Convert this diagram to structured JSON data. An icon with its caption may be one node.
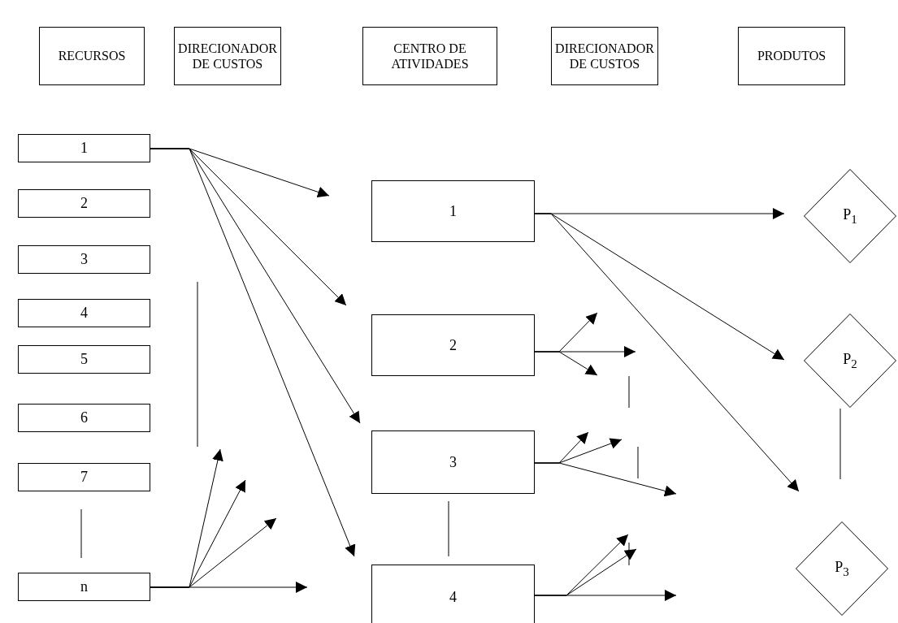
{
  "diagram": {
    "nodes": [
      {
        "text": [
          "RECURSOS"
        ]
      },
      {
        "text": [
          "DIRECIONADOR DE CUSTOS"
        ]
      },
      {
        "text": [
          "CENTRO DE ATIVIDADES"
        ]
      },
      {
        "text": [
          "DIRECIONADOR DE CUSTOS"
        ]
      },
      {
        "text": [
          "PRODUTOS"
        ]
      },
      {
        "text": [
          "1"
        ]
      },
      {
        "text": [
          "2"
        ]
      },
      {
        "text": [
          "3"
        ]
      },
      {
        "text": [
          "4"
        ]
      },
      {
        "text": [
          "5"
        ]
      },
      {
        "text": [
          "6"
        ]
      },
      {
        "text": [
          "7"
        ]
      },
      {
        "text": [
          "n"
        ]
      },
      {
        "text": [
          "1"
        ]
      },
      {
        "text": [
          "2"
        ]
      },
      {
        "text": [
          "3"
        ]
      },
      {
        "text": [
          "4"
        ]
      },
      {
        "text": [
          "P$_{1}$"
        ]
      },
      {
        "text": [
          "P$_{2}$"
        ]
      },
      {
        "text": [
          "P$_{3}$"
        ]
      }
    ],
    "edges": [
      {
        "from": 5,
        "to": 13,
        "arrow": "to"
      },
      {
        "from": 5,
        "to": 14,
        "arrow": "to"
      },
      {
        "from": 5,
        "to": 15,
        "arrow": "to"
      },
      {
        "from": 5,
        "to": 16,
        "arrow": "to"
      },
      {
        "from": 12,
        "to": null,
        "arrow": "to"
      },
      {
        "from": 12,
        "to": null,
        "arrow": "to"
      },
      {
        "from": 12,
        "to": null,
        "arrow": "to"
      },
      {
        "from": 12,
        "to": null,
        "arrow": "to"
      },
      {
        "from": 13,
        "to": 17,
        "arrow": "to"
      },
      {
        "from": 13,
        "to": 18,
        "arrow": "to"
      },
      {
        "from": 13,
        "to": 19,
        "arrow": "to"
      },
      {
        "from": 14,
        "to": null,
        "arrow": "to"
      },
      {
        "from": 14,
        "to": null,
        "arrow": "to"
      },
      {
        "from": 14,
        "to": null,
        "arrow": "to"
      },
      {
        "from": 15,
        "to": null,
        "arrow": "to"
      },
      {
        "from": 15,
        "to": null,
        "arrow": "to"
      },
      {
        "from": 15,
        "to": null,
        "arrow": "to"
      },
      {
        "from": 16,
        "to": null,
        "arrow": "to"
      },
      {
        "from": 16,
        "to": null,
        "arrow": "to"
      },
      {
        "from": 16,
        "to": null,
        "arrow": "to"
      }
    ]
  }
}
